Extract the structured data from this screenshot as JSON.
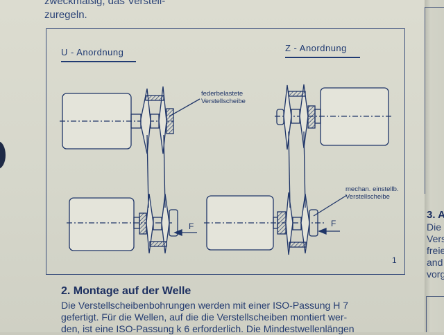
{
  "top_text": {
    "line1": "zweckmäßig, das Verstell-",
    "line2": "zuregeln."
  },
  "figure": {
    "left_title": "U - Anordnung",
    "right_title": "Z - Anordnung",
    "note_spring": [
      "federbelastete",
      "Verstellscheibe"
    ],
    "note_mech": [
      "mechan. einstellb.",
      "Verstellscheibe"
    ],
    "force_label": "F",
    "number": "1"
  },
  "section": {
    "heading": "2. Montage auf der Welle",
    "lines": [
      "Die Verstellscheibenbohrungen werden mit einer ISO-Passung H 7",
      "gefertigt. Für die Wellen, auf die die Verstellscheiben montiert wer-",
      "den, ist eine ISO-Passung k 6 erforderlich. Die Mindestwellenlängen"
    ]
  },
  "right_column": {
    "heading": "3. A",
    "lines": [
      "Die",
      "Vers",
      "freie",
      "and",
      "vorg"
    ]
  },
  "colors": {
    "ink": "#1f3568",
    "paper": "#d8d9cd"
  }
}
